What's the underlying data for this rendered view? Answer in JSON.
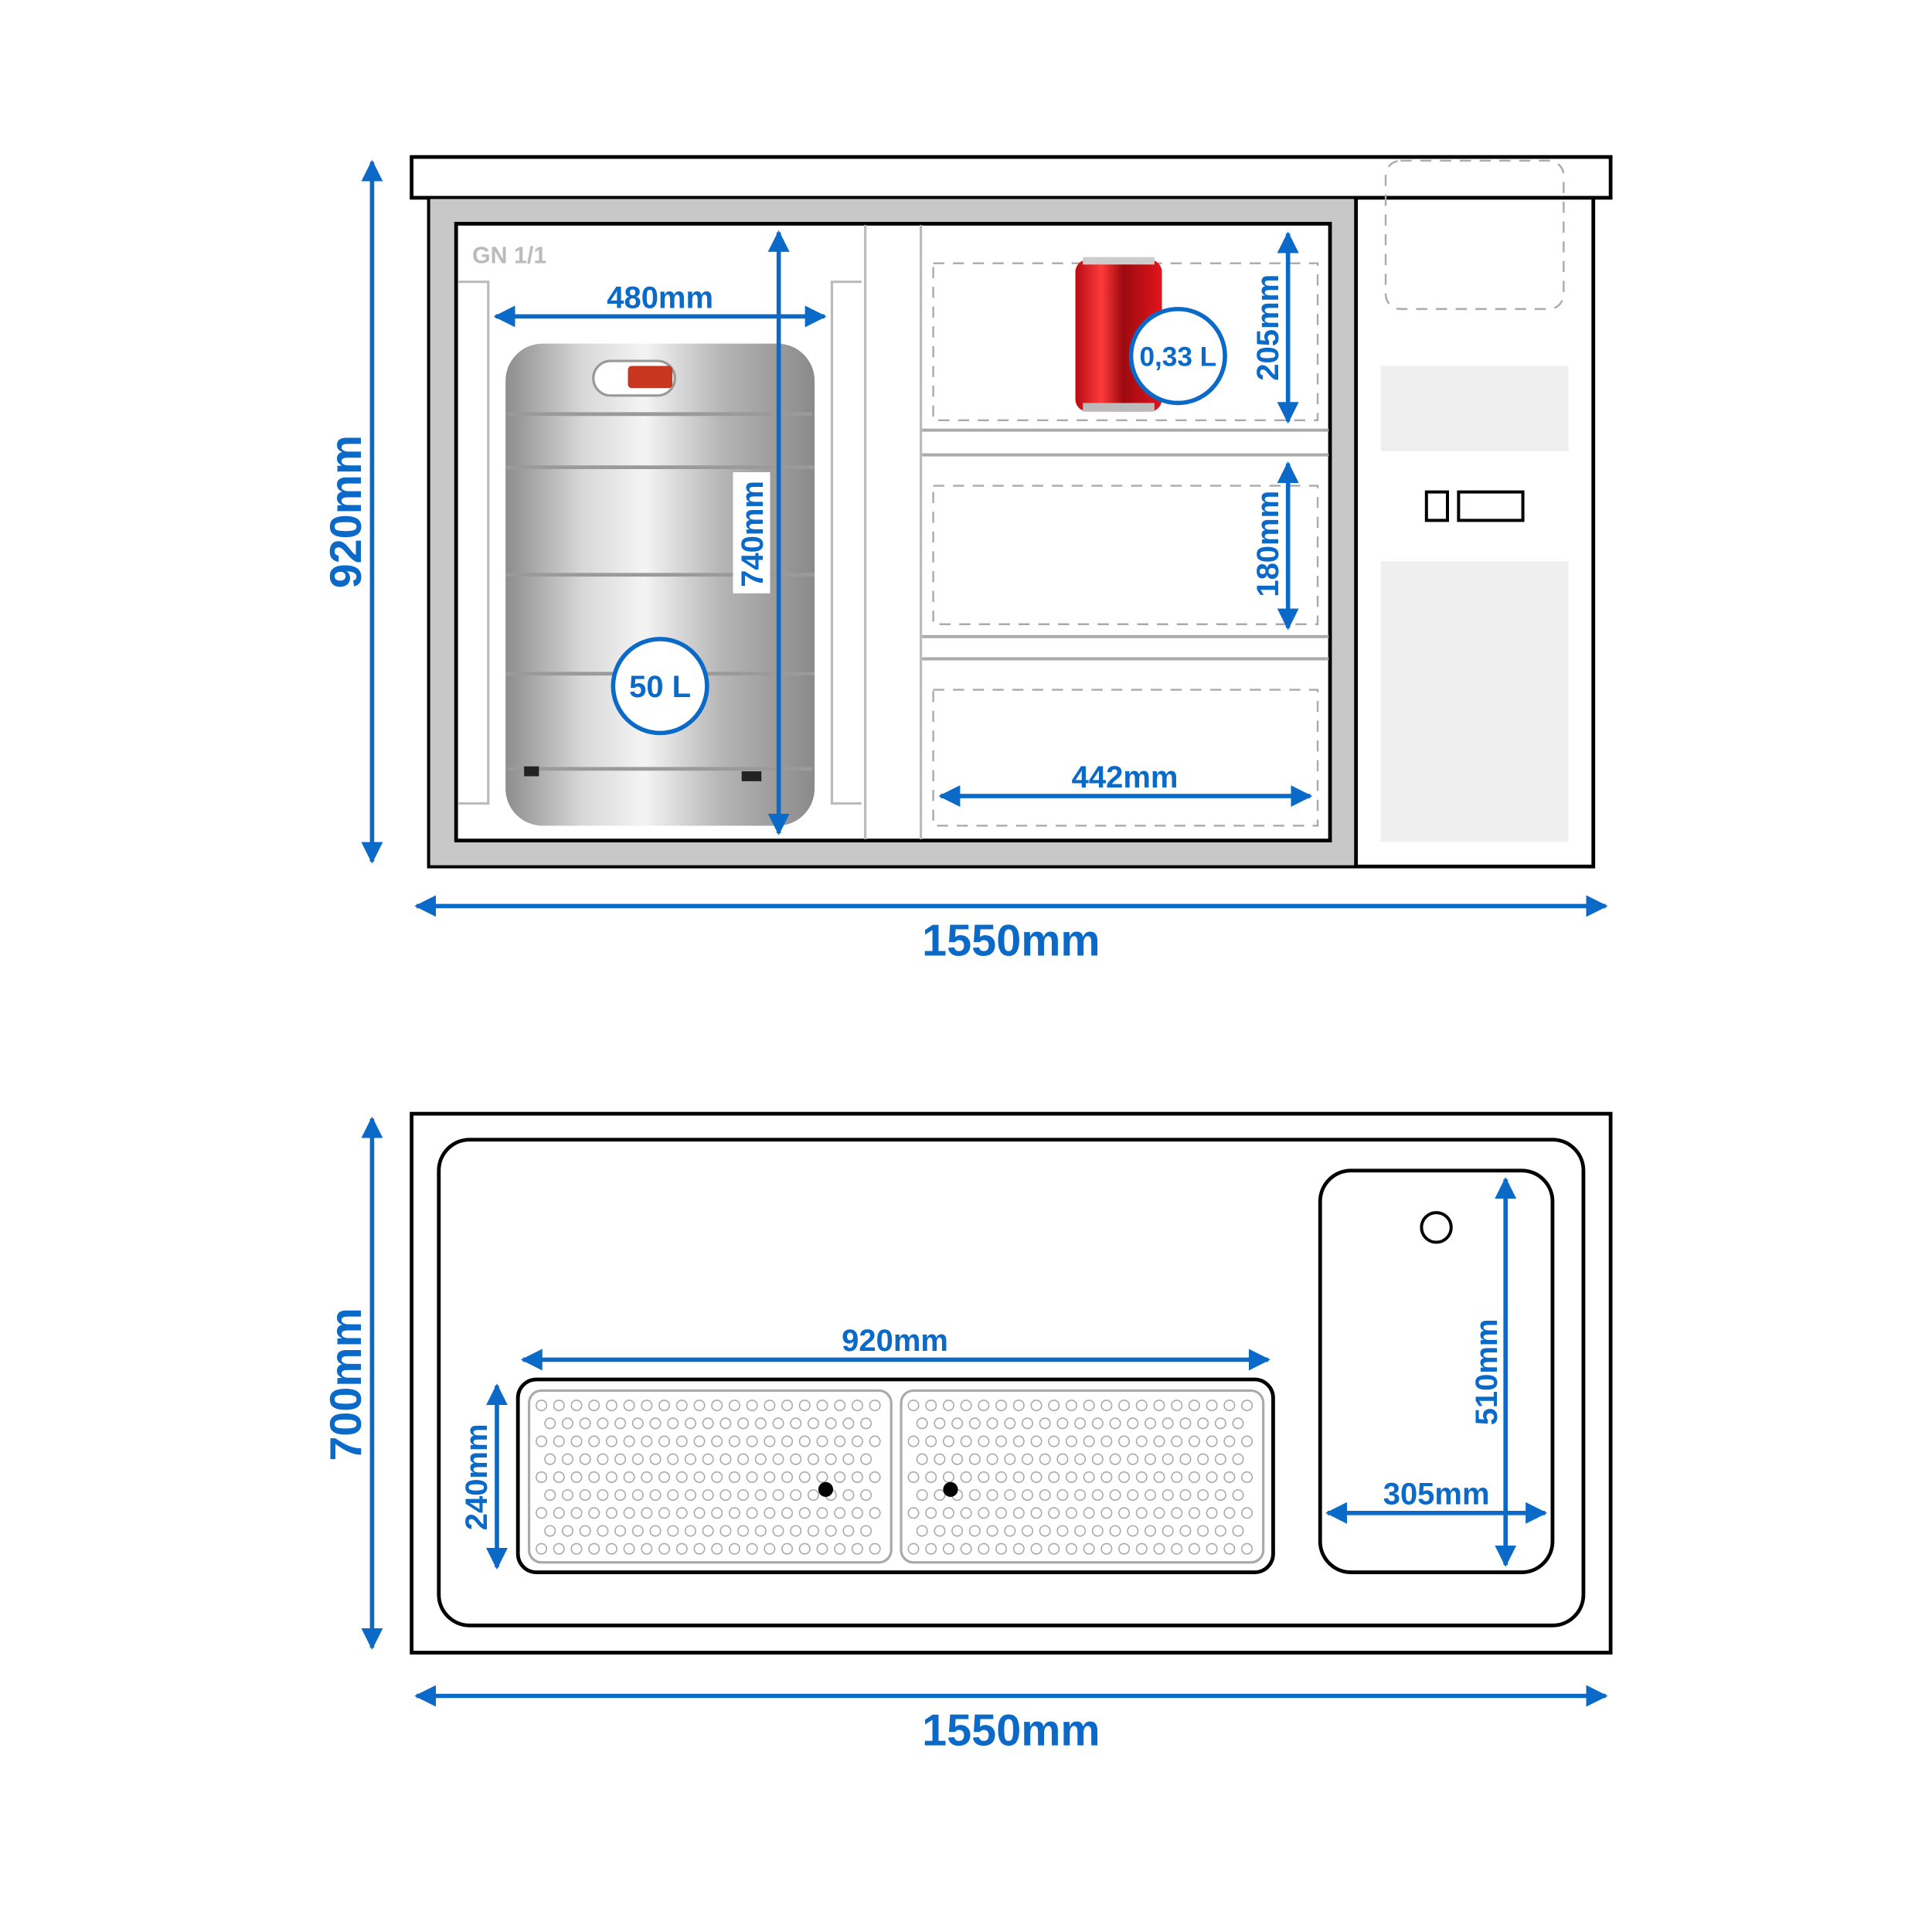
{
  "front_view": {
    "height": "920mm",
    "width": "1550mm",
    "gn_label": "GN 1/1",
    "keg_width": "480mm",
    "keg_height": "740mm",
    "keg_volume": "50 L",
    "can_volume": "0,33 L",
    "shelf1_height": "205mm",
    "shelf2_height": "180mm",
    "shelf_width": "442mm"
  },
  "top_view": {
    "depth": "700mm",
    "width": "1550mm",
    "drip_tray_width": "920mm",
    "drip_tray_depth": "240mm",
    "sink_depth": "510mm",
    "sink_width": "305mm"
  },
  "colors": {
    "dimension": "#0b69c7",
    "frame": "#c8c8c8",
    "panel": "#efefef",
    "can": "#d8141a"
  }
}
